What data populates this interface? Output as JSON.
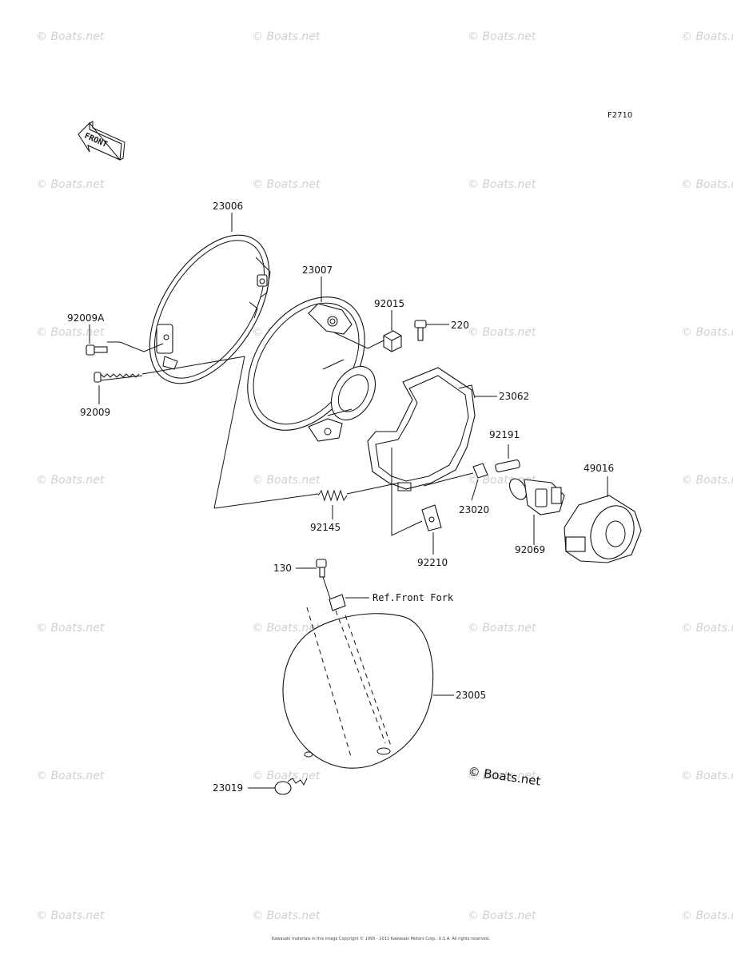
{
  "figure_id": "F2710",
  "front_arrow_label": "FRONT",
  "watermark": "© Boats.net",
  "brand_mark": "© Boats.net",
  "copyright": "Kawasaki materials in this image Copyright © 1995 - 2011 Kawasaki Motors Corp., U.S.A. All rights reserved.",
  "parts": {
    "p23006": "23006",
    "p23007": "23007",
    "p92015": "92015",
    "p220": "220",
    "p92009A": "92009A",
    "p92009": "92009",
    "p23062": "23062",
    "p92191": "92191",
    "p49016": "49016",
    "p23020": "23020",
    "p92145": "92145",
    "p92210": "92210",
    "p92069": "92069",
    "p130": "130",
    "ref_front_fork": "Ref.Front Fork",
    "p23005": "23005",
    "p23019": "23019"
  }
}
